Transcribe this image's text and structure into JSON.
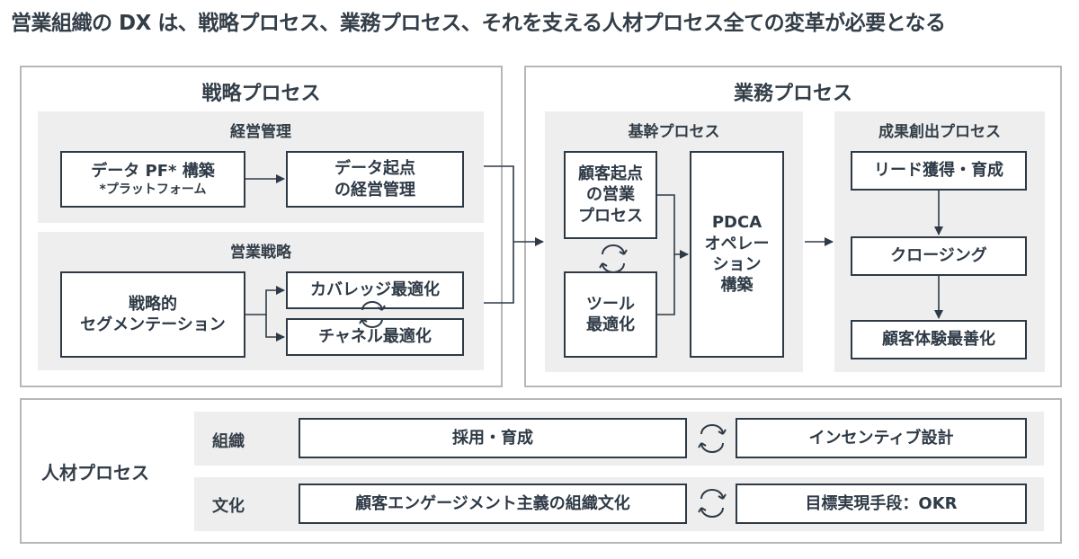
{
  "title": "営業組織の DX は、戦略プロセス、業務プロセス、それを支える人材プロセス全ての変革が必要となる",
  "strategy": {
    "title": "戦略プロセス",
    "management": {
      "title": "経営管理",
      "box1_line1": "データ PF* 構築",
      "box1_line2": "*プラットフォーム",
      "box2_line1": "データ起点",
      "box2_line2": "の経営管理"
    },
    "sales_strategy": {
      "title": "営業戦略",
      "seg_line1": "戦略的",
      "seg_line2": "セグメンテーション",
      "coverage": "カバレッジ最適化",
      "channel": "チャネル最適化"
    }
  },
  "operations": {
    "title": "業務プロセス",
    "core": {
      "title": "基幹プロセス",
      "customer_line1": "顧客起点",
      "customer_line2": "の営業",
      "customer_line3": "プロセス",
      "tool_line1": "ツール",
      "tool_line2": "最適化",
      "pdca_line1": "PDCA",
      "pdca_line2": "オペレー",
      "pdca_line3": "ション",
      "pdca_line4": "構築"
    },
    "results": {
      "title": "成果創出プロセス",
      "lead": "リード獲得・育成",
      "closing": "クロージング",
      "cx": "顧客体験最善化"
    }
  },
  "talent": {
    "title": "人材プロセス",
    "org_label": "組織",
    "recruit": "採用・育成",
    "incentive": "インセンティブ設計",
    "culture_label": "文化",
    "engagement": "顧客エンゲージメント主義の組織文化",
    "okr": "目標実現手段：OKR"
  },
  "colors": {
    "text": "#333e48",
    "box_border": "#2e3a46",
    "frame_border": "#b7b7b7",
    "panel_bg": "#eeeeee"
  }
}
